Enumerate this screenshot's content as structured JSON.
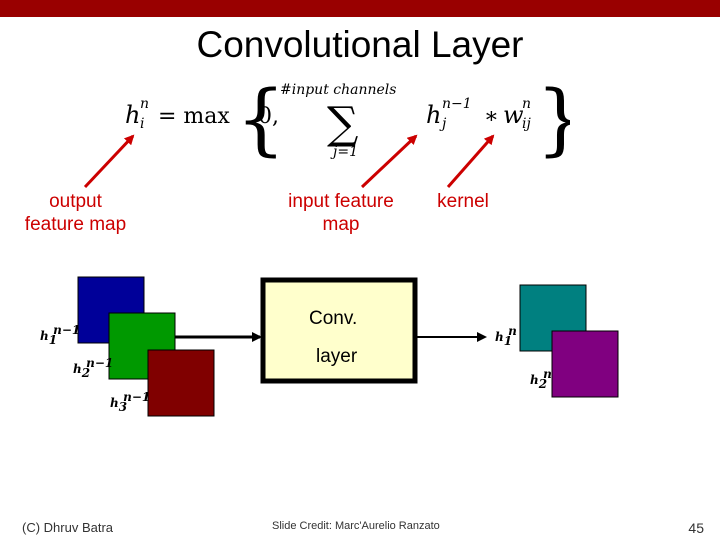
{
  "colors": {
    "top_bar": "#990000",
    "arrow_red": "#cc0000",
    "label_red": "#cc0000",
    "conv_box_fill": "#ffffcc",
    "map_blue": "#000099",
    "map_green": "#009900",
    "map_darkred": "#800000",
    "map_teal": "#008080",
    "map_purple": "#800080"
  },
  "slide": {
    "title": "Convolutional Layer",
    "equation": {
      "lhs_base": "h",
      "lhs_sup": "n",
      "lhs_sub": "i",
      "equals_max": "= max",
      "zero": "0,",
      "sum_upper": "#input channels",
      "sum_lower": "j=1",
      "term_base": "h",
      "term_sup": "n−1",
      "term_sub": "j",
      "op": "∗",
      "kernel_base": "w",
      "kernel_sup": "n",
      "kernel_sub": "ij"
    },
    "labels": {
      "output_line1": "output",
      "output_line2": "feature map",
      "input_line1": "input feature",
      "input_line2": "map",
      "kernel": "kernel"
    },
    "diagram": {
      "inputs": [
        {
          "base": "h",
          "sub": "1",
          "sup": "n−1",
          "color": "map_blue"
        },
        {
          "base": "h",
          "sub": "2",
          "sup": "n−1",
          "color": "map_green"
        },
        {
          "base": "h",
          "sub": "3",
          "sup": "n−1",
          "color": "map_darkred"
        }
      ],
      "conv_line1": "Conv.",
      "conv_line2": "layer",
      "outputs": [
        {
          "base": "h",
          "sub": "1",
          "sup": "n",
          "color": "map_teal"
        },
        {
          "base": "h",
          "sub": "2",
          "sup": "n",
          "color": "map_purple"
        }
      ]
    },
    "footer": {
      "left": "(C) Dhruv Batra",
      "center": "Slide Credit: Marc'Aurelio Ranzato",
      "page": "45"
    }
  }
}
